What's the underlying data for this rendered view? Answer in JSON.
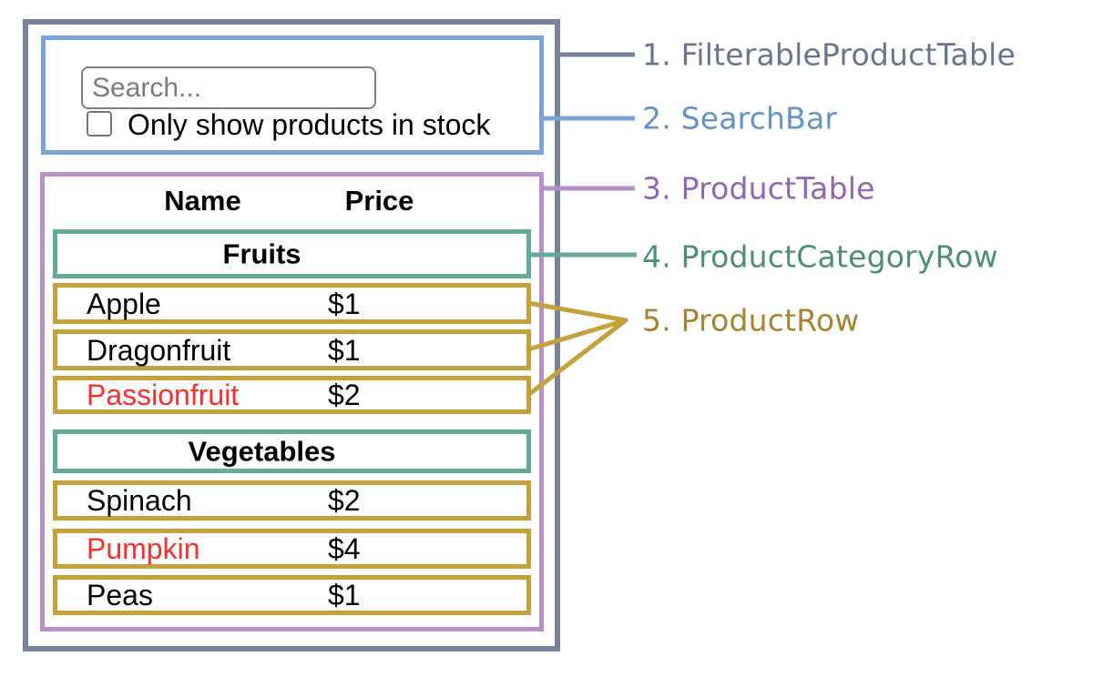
{
  "search_bar": {
    "placeholder": "Search...",
    "checkbox_label": "Only show products in stock",
    "checkbox_checked": false
  },
  "product_table": {
    "columns": [
      "Name",
      "Price"
    ],
    "sections": [
      {
        "category": "Fruits",
        "rows": [
          {
            "name": "Apple",
            "price": "$1",
            "red_text": false
          },
          {
            "name": "Dragonfruit",
            "price": "$1",
            "red_text": false
          },
          {
            "name": "Passionfruit",
            "price": "$2",
            "red_text": true
          }
        ]
      },
      {
        "category": "Vegetables",
        "rows": [
          {
            "name": "Spinach",
            "price": "$2",
            "red_text": false
          },
          {
            "name": "Pumpkin",
            "price": "$4",
            "red_text": true
          },
          {
            "name": "Peas",
            "price": "$1",
            "red_text": false
          }
        ]
      }
    ]
  },
  "legend": {
    "items": [
      {
        "label": "1. FilterableProductTable",
        "color": "#67758F"
      },
      {
        "label": "2. SearchBar",
        "color": "#6292C7"
      },
      {
        "label": "3. ProductTable",
        "color": "#9166AE"
      },
      {
        "label": "4. ProductCategoryRow",
        "color": "#4C8C7D"
      },
      {
        "label": "5. ProductRow",
        "color": "#A6832D"
      }
    ]
  },
  "colors": {
    "filterable_product_table_outline": "#76849B",
    "search_bar_outline": "#78A4D9",
    "product_table_outline": "#B590CB",
    "product_category_row_outline": "#63AB9B",
    "product_row_outline": "#C5A13C",
    "out_of_stock_text": "#FA2E2E"
  }
}
